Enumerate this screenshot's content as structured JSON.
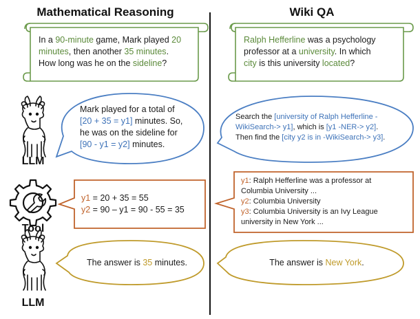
{
  "headers": {
    "left": "Mathematical Reasoning",
    "right": "Wiki QA"
  },
  "labels": {
    "llm_top": "LLM",
    "tool": "Tool",
    "llm_bottom": "LLM"
  },
  "left": {
    "question": {
      "l1a": "In a ",
      "l1b": "90-minute",
      "l1c": " game, Mark played ",
      "l1d": "20",
      "l2a": "minutes",
      "l2b": ", then another ",
      "l2c": "35 minutes",
      "l2d": ".",
      "l3a": "How long was he on the ",
      "l3b": "sideline",
      "l3c": "?"
    },
    "llm_bubble": {
      "l1": "Mark played for a total of",
      "l2a": "[20 + 35 = y1]",
      "l2b": " minutes. So,",
      "l3": "he was on the sideline for",
      "l4a": "[90 - y1 = y2]",
      "l4b": " minutes."
    },
    "tool_box": {
      "l1a": "y1",
      "l1b": " = 20 + 35 = 55",
      "l2a": "y2",
      "l2b": " = 90 – y1 = 90 - 55 = 35"
    },
    "answer": {
      "a": "The answer is ",
      "b": "35",
      "c": " minutes."
    }
  },
  "right": {
    "question": {
      "l1a": "Ralph Hefferline",
      "l1b": " was a psychology",
      "l2a": "professor at a ",
      "l2b": "university",
      "l2c": ". In which",
      "l3a": "city",
      "l3b": " is this university ",
      "l3c": "located",
      "l3d": "?"
    },
    "llm_bubble": {
      "l1a": "Search the ",
      "l1b": "[university of Ralph Hefferline -",
      "l2a": "WikiSearch-> y1]",
      "l2b": ", which is ",
      "l2c": "[y1 -NER-> y2]",
      "l2d": ".",
      "l3a": "Then find the ",
      "l3b": "[city y2 is in -WikiSearch-> y3]",
      "l3c": "."
    },
    "tool_box": {
      "l1a": "y1",
      "l1b": ": Ralph Hefferline was a professor at",
      "l2": "Columbia University ...",
      "l3a": "y2",
      "l3b": ": Columbia University",
      "l4a": "y3",
      "l4b": ": Columbia University is an Ivy League",
      "l5": "university in New York ..."
    },
    "answer": {
      "a": "The answer is ",
      "b": "New York",
      "c": "."
    }
  },
  "colors": {
    "question": "#6a9a4a",
    "llm": "#4a7ec3",
    "tool": "#c0632b",
    "answer": "#bf9a2a"
  }
}
